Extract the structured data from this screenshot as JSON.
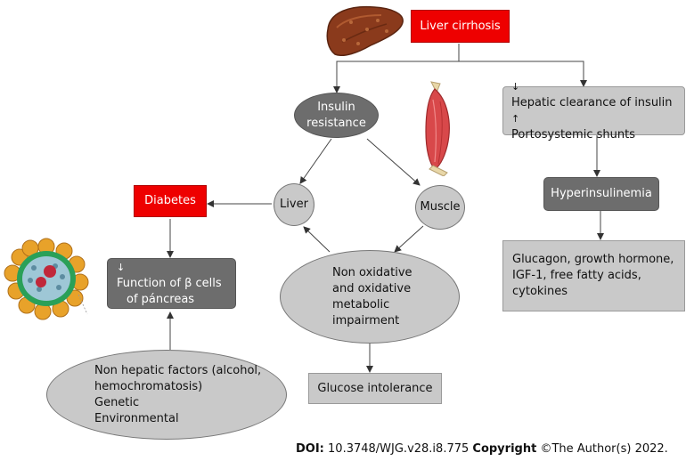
{
  "nodes": {
    "liver_cirrhosis": "Liver cirrhosis",
    "insulin_resistance": [
      "Insulin",
      "resistance"
    ],
    "hepatic": [
      "Hepatic clearance of insulin",
      "Portosystemic shunts"
    ],
    "diabetes": "Diabetes",
    "liver": "Liver",
    "muscle": "Muscle",
    "hyperinsulinemia": "Hyperinsulinemia",
    "beta_cells": [
      "Function of β cells",
      "of páncreas"
    ],
    "metabolic": [
      "Non oxidative",
      "and oxidative",
      "metabolic",
      "impairment"
    ],
    "glucagon": [
      "Glucagon, growth hormone,",
      "IGF-1, free fatty acids,",
      "cytokines"
    ],
    "glucose": "Glucose intolerance",
    "non_hepatic": [
      "Non hepatic factors (alcohol,",
      "hemochromatosis)",
      "Genetic",
      "Environmental"
    ]
  },
  "icons": {
    "hepatic_line1": "down-arrow-icon",
    "hepatic_line2": "up-arrow-icon",
    "beta_cells_line": "down-arrow-icon",
    "images": [
      "liver-organ-icon",
      "muscle-icon",
      "pancreatic-islet-icon"
    ]
  },
  "colors": {
    "red_box": "#ee0000",
    "dark_box": "#6d6d6d",
    "light_box": "#c9c9c9"
  },
  "footer": {
    "doi_label": "DOI:",
    "doi_value": "10.3748/WJG.v28.i8.775",
    "copyright_label": "Copyright",
    "copyright_text": "©The Author(s) 2022."
  }
}
